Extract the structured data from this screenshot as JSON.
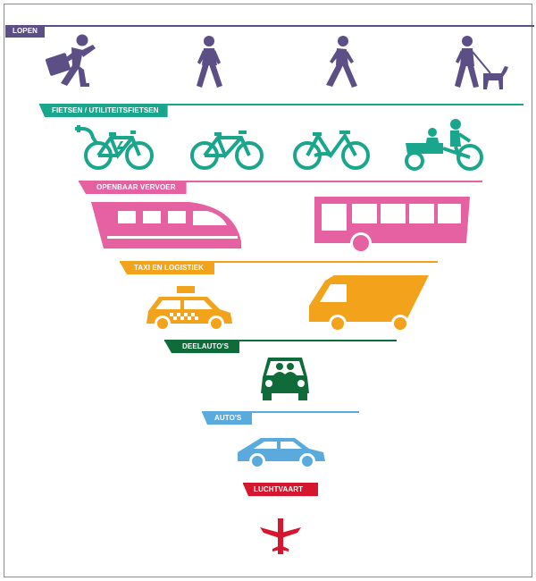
{
  "tiers": [
    {
      "label": "LOPEN",
      "color": "#5c4f86",
      "icons": [
        "running-commuter-icon",
        "walking-person-icon",
        "hiker-icon",
        "person-walking-dog-icon"
      ]
    },
    {
      "label": "FIETSEN / UTILITEITSFIETSEN",
      "color": "#1aa68c",
      "icons": [
        "electric-bike-icon",
        "bicycle-icon",
        "city-bike-icon",
        "cargo-bike-icon"
      ]
    },
    {
      "label": "OPENBAAR VERVOER",
      "color": "#e561a1",
      "icons": [
        "train-icon",
        "bus-icon"
      ]
    },
    {
      "label": "TAXI EN LOGISTIEK",
      "color": "#f2a31b",
      "icons": [
        "taxi-icon",
        "delivery-van-icon"
      ]
    },
    {
      "label": "DEELAUTO'S",
      "color": "#0f6b3a",
      "icons": [
        "shared-car-icon"
      ]
    },
    {
      "label": "AUTO'S",
      "color": "#5aaade",
      "icons": [
        "car-icon"
      ]
    },
    {
      "label": "LUCHTVAART",
      "color": "#d6152f",
      "icons": [
        "airplane-icon"
      ]
    }
  ]
}
